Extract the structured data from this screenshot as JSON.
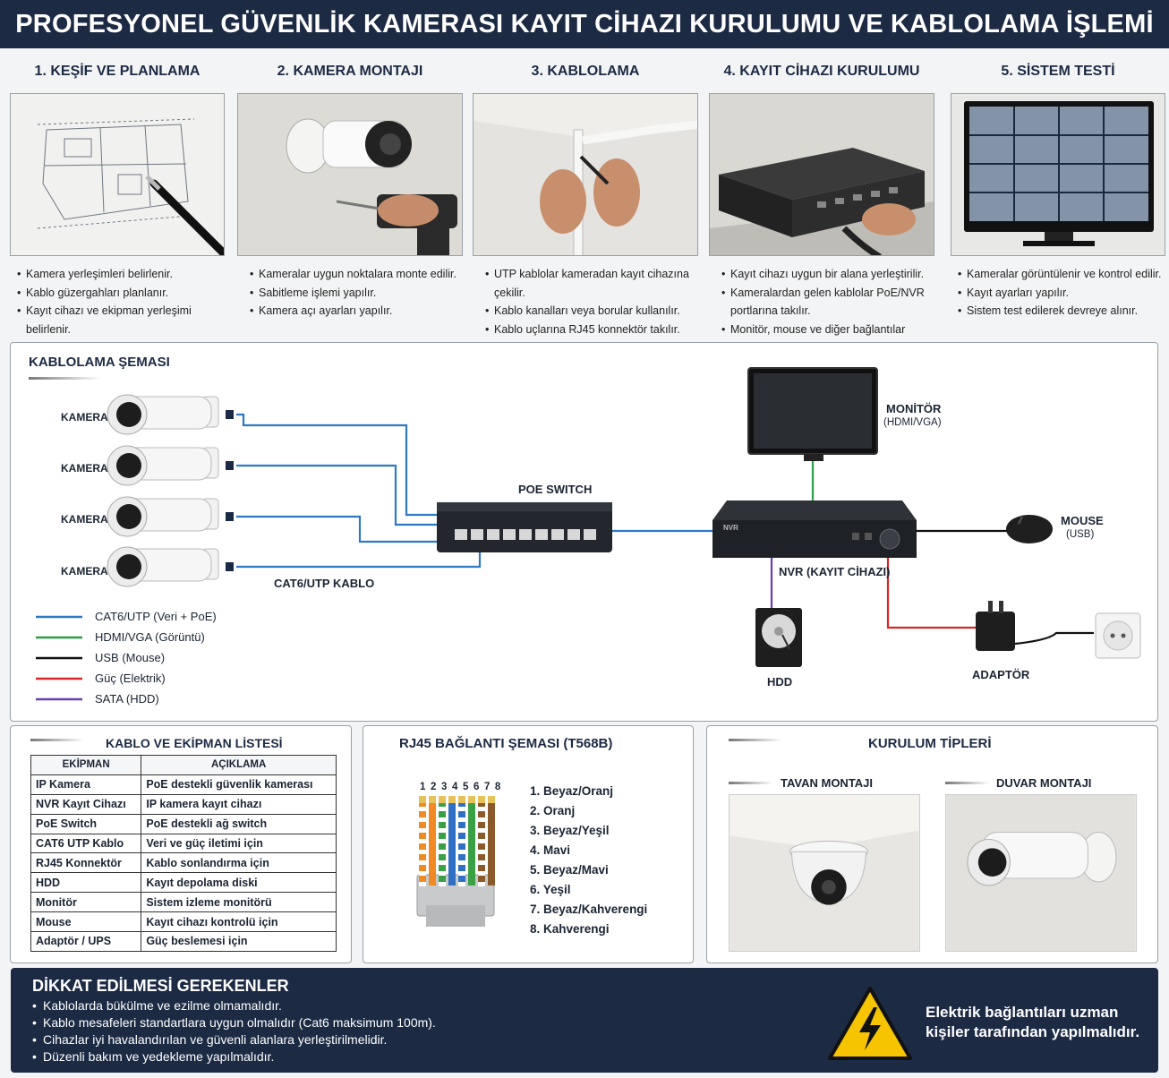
{
  "header": {
    "title": "PROFESYONEL GÜVENLİK KAMERASI KAYIT CİHAZI KURULUMU VE KABLOLAMA İŞLEMİ"
  },
  "steps": [
    {
      "title": "1. KEŞİF VE PLANLAMA",
      "bullets": [
        "Kamera yerleşimleri belirlenir.",
        "Kablo güzergahları planlanır.",
        "Kayıt cihazı ve ekipman yerleşimi belirlenir."
      ]
    },
    {
      "title": "2. KAMERA MONTAJI",
      "bullets": [
        "Kameralar uygun noktalara monte edilir.",
        "Sabitleme işlemi yapılır.",
        "Kamera açı ayarları yapılır."
      ]
    },
    {
      "title": "3. KABLOLAMA",
      "bullets": [
        "UTP kablolar kameradan kayıt cihazına çekilir.",
        "Kablo kanalları veya borular kullanılır.",
        "Kablo uçlarına RJ45 konnektör takılır."
      ]
    },
    {
      "title": "4. KAYIT CİHAZI KURULUMU",
      "bullets": [
        "Kayıt cihazı uygun bir alana yerleştirilir.",
        "Kameralardan gelen kablolar PoE/NVR portlarına takılır.",
        "Monitör, mouse ve diğer bağlantılar yapılır."
      ]
    },
    {
      "title": "5. SİSTEM TESTİ",
      "bullets": [
        "Kameralar görüntülenir ve kontrol edilir.",
        "Kayıt ayarları yapılır.",
        "Sistem test edilerek devreye alınır."
      ]
    }
  ],
  "wiring": {
    "title": "KABLOLAMA ŞEMASI",
    "camera_labels": [
      "KAMERA",
      "KAMERA",
      "KAMERA",
      "KAMERA"
    ],
    "switch_label": "POE SWITCH",
    "cable_label": "CAT6/UTP KABLO",
    "monitor_label": "MONİTÖR",
    "monitor_sub": "(HDMI/VGA)",
    "nvr_label": "NVR (KAYIT CİHAZI)",
    "nvr_brand": "NVR",
    "mouse_label": "MOUSE",
    "mouse_sub": "(USB)",
    "hdd_label": "HDD",
    "adapter_label": "ADAPTÖR",
    "legend": [
      {
        "label": "CAT6/UTP (Veri + PoE)",
        "color": "#2f78c4"
      },
      {
        "label": "HDMI/VGA (Görüntü)",
        "color": "#2e9e44"
      },
      {
        "label": "USB (Mouse)",
        "color": "#111111"
      },
      {
        "label": "Güç (Elektrik)",
        "color": "#d62828"
      },
      {
        "label": "SATA (HDD)",
        "color": "#6a3fb0"
      }
    ]
  },
  "equipment": {
    "title": "KABLO VE EKİPMAN LİSTESİ",
    "headers": [
      "EKİPMAN",
      "AÇIKLAMA"
    ],
    "rows": [
      [
        "IP Kamera",
        "PoE destekli güvenlik kamerası"
      ],
      [
        "NVR Kayıt Cihazı",
        "IP kamera kayıt cihazı"
      ],
      [
        "PoE Switch",
        "PoE destekli ağ switch"
      ],
      [
        "CAT6 UTP Kablo",
        "Veri ve güç iletimi için"
      ],
      [
        "RJ45 Konnektör",
        "Kablo sonlandırma için"
      ],
      [
        "HDD",
        "Kayıt depolama diski"
      ],
      [
        "Monitör",
        "Sistem izleme monitörü"
      ],
      [
        "Mouse",
        "Kayıt cihazı kontrolü için"
      ],
      [
        "Adaptör / UPS",
        "Güç beslemesi için"
      ]
    ]
  },
  "rj45": {
    "title": "RJ45 BAĞLANTI ŞEMASI (T568B)",
    "pin_numbers": "1 2 3 4 5 6 7 8",
    "pins": [
      "1.  Beyaz/Oranj",
      "2.  Oranj",
      "3.  Beyaz/Yeşil",
      "4.  Mavi",
      "5.  Beyaz/Mavi",
      "6.  Yeşil",
      "7.  Beyaz/Kahverengi",
      "8.  Kahverengi"
    ],
    "wire_colors": [
      "#f08a24",
      "#f08a24",
      "#3aa046",
      "#2f6fc4",
      "#2f6fc4",
      "#3aa046",
      "#8a5a2b",
      "#8a5a2b"
    ]
  },
  "install": {
    "title": "KURULUM TİPLERİ",
    "ceiling": "TAVAN MONTAJI",
    "wall": "DUVAR MONTAJI"
  },
  "notice": {
    "title": "DİKKAT EDİLMESİ GEREKENLER",
    "items": [
      "Kablolarda bükülme ve ezilme olmamalıdır.",
      "Kablo mesafeleri standartlara uygun olmalıdır (Cat6 maksimum 100m).",
      "Cihazlar iyi havalandırılan ve güvenli alanlara yerleştirilmelidir.",
      "Düzenli bakım ve yedekleme yapılmalıdır."
    ],
    "warning_line1": "Elektrik bağlantıları uzman",
    "warning_line2": "kişiler tarafından yapılmalıdır."
  }
}
